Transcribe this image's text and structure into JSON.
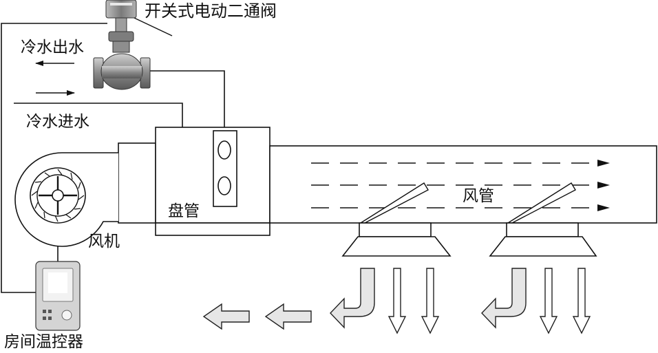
{
  "labels": {
    "valve": "开关式电动二通阀",
    "chilled_water_out": "冷水出水",
    "chilled_water_in": "冷水进水",
    "coil": "盘管",
    "fan": "风机",
    "duct": "风管",
    "thermostat": "房间温控器"
  },
  "icons": {
    "valve": "motorized-two-way-valve-icon",
    "fan": "centrifugal-fan-icon",
    "thermostat": "thermostat-device-icon",
    "coil": "coil-tube-icon",
    "damper": "diffuser-damper-icon",
    "return_air": "return-air-arrow-icon",
    "supply_air": "supply-air-arrow-icon"
  },
  "colors": {
    "line": "#111111",
    "valve_body": "#9a9a9a",
    "flow_arrow_fill": "#e6e6e6",
    "thermostat_body": "#d4d4d4"
  }
}
